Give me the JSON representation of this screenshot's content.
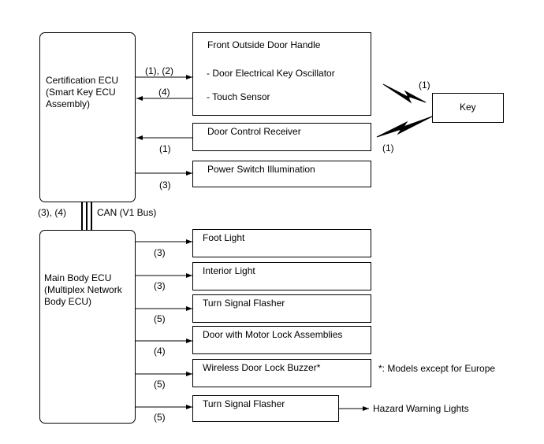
{
  "certification_ecu": {
    "line1": "Certification ECU",
    "line2": "(Smart Key ECU",
    "line3": "Assembly)"
  },
  "main_body_ecu": {
    "line1": "Main Body ECU",
    "line2": "(Multiplex Network",
    "line3": "Body ECU)"
  },
  "bus": {
    "signals": "(3), (4)",
    "label": "CAN (V1 Bus)"
  },
  "front_door_handle": {
    "title": "Front Outside Door Handle",
    "item1": "- Door Electrical Key Oscillator",
    "item2": "- Touch Sensor",
    "sig_out": "(1), (2)",
    "sig_in": "(4)"
  },
  "door_control_receiver": {
    "label": "Door Control Receiver",
    "sig": "(1)"
  },
  "power_switch_illumination": {
    "label": "Power Switch Illumination",
    "sig": "(3)"
  },
  "key": {
    "label": "Key",
    "sig_from_handle": "(1)",
    "sig_to_receiver": "(1)"
  },
  "outputs": [
    {
      "label": "Foot Light",
      "sig": "(3)"
    },
    {
      "label": "Interior Light",
      "sig": "(3)"
    },
    {
      "label": "Turn Signal Flasher",
      "sig": "(5)"
    },
    {
      "label": "Door with Motor Lock Assemblies",
      "sig": "(4)"
    },
    {
      "label": "Wireless Door Lock Buzzer*",
      "sig": "(5)"
    },
    {
      "label": "Turn Signal Flasher",
      "sig": "(5)"
    }
  ],
  "hazard": {
    "label": "Hazard Warning Lights"
  },
  "footnote": "*: Models except for Europe"
}
